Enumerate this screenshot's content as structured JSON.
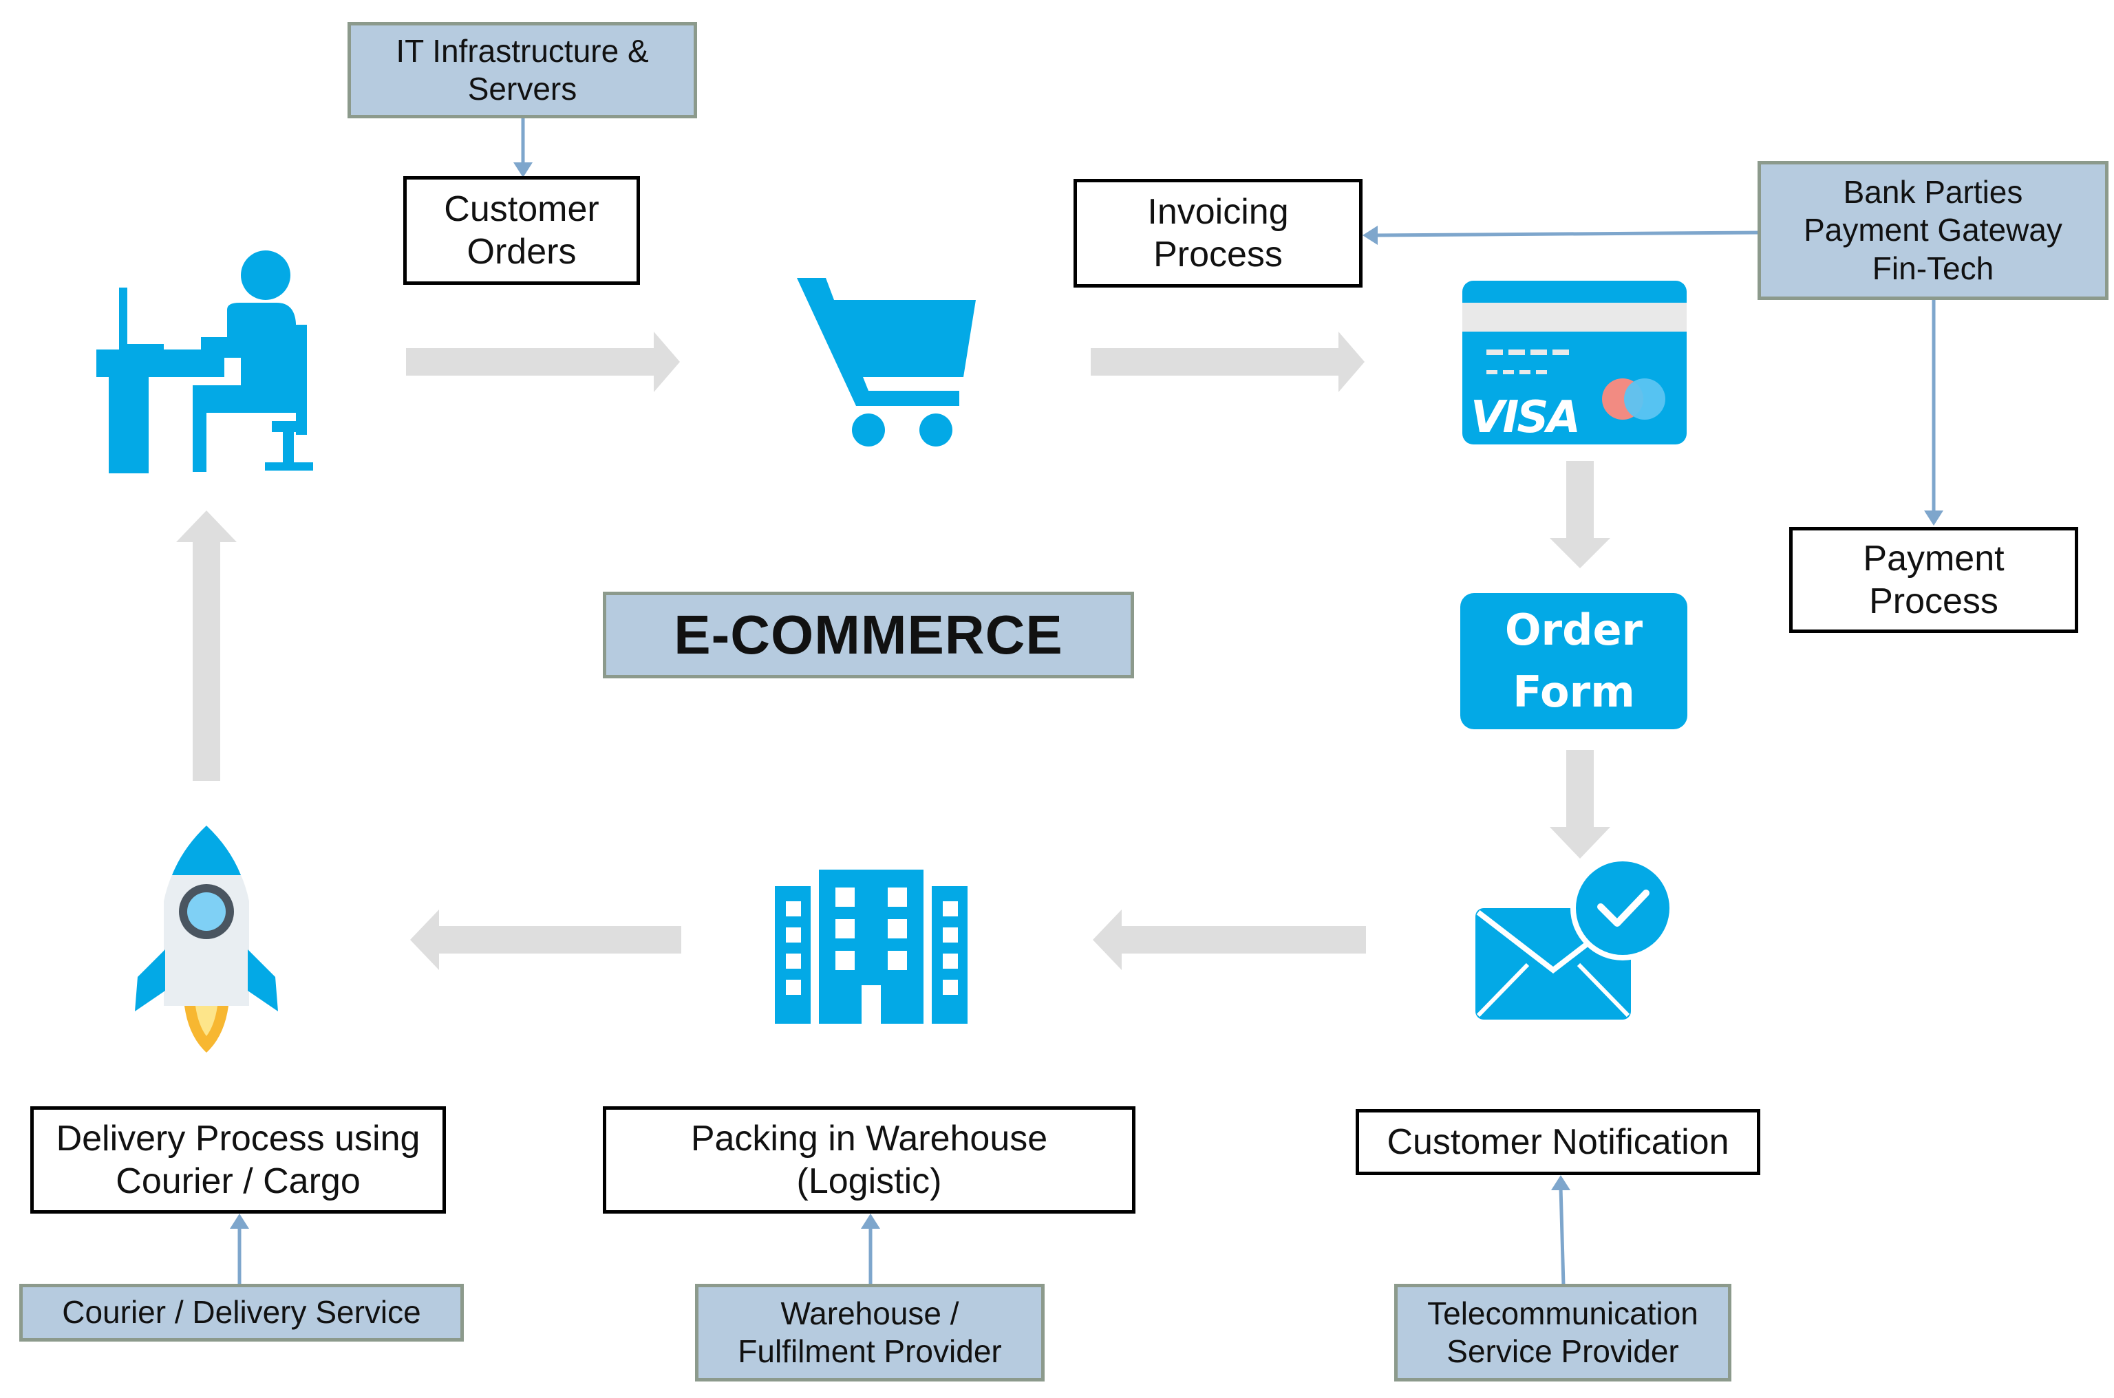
{
  "colors": {
    "accent_icon": "#03a9e6",
    "flow_arrow": "#dedede",
    "connector": "#7ea6cc",
    "provider_box": "#b6cbdf",
    "provider_border": "#8c9a8c"
  },
  "title": "E-COMMERCE",
  "stages": [
    {
      "name": "Customer Orders",
      "icon": "person-at-computer-icon"
    },
    {
      "name": "Invoicing Process",
      "icon": "shopping-cart-icon"
    },
    {
      "name": "Payment",
      "icon": "visa-card-icon"
    },
    {
      "name": "Order Form",
      "icon": "order-form-icon"
    },
    {
      "name": "Customer Notification",
      "icon": "envelope-check-icon"
    },
    {
      "name": "Packing in Warehouse (Logistic)",
      "icon": "office-building-icon"
    },
    {
      "name": "Delivery Process using Courier / Cargo",
      "icon": "rocket-icon"
    }
  ],
  "icons": {
    "card_brand": "VISA"
  },
  "order_form": {
    "line1": "Order",
    "line2": "Form"
  },
  "boxes": {
    "it_infrastructure": {
      "line1": "IT Infrastructure &",
      "line2": "Servers"
    },
    "customer_orders": {
      "line1": "Customer",
      "line2": "Orders"
    },
    "invoicing_process": {
      "line1": "Invoicing",
      "line2": "Process"
    },
    "bank_parties": {
      "line1": "Bank Parties",
      "line2": "Payment Gateway",
      "line3": "Fin-Tech"
    },
    "payment_process": {
      "line1": "Payment",
      "line2": "Process"
    },
    "delivery_process": {
      "line1": "Delivery Process using",
      "line2": "Courier / Cargo"
    },
    "packing_warehouse": {
      "line1": "Packing in Warehouse",
      "line2": "(Logistic)"
    },
    "customer_notification": {
      "line1": "Customer Notification"
    },
    "courier_service": {
      "line1": "Courier / Delivery Service"
    },
    "warehouse_provider": {
      "line1": "Warehouse /",
      "line2": "Fulfilment Provider"
    },
    "telecom_provider": {
      "line1": "Telecommunication",
      "line2": "Service Provider"
    }
  }
}
